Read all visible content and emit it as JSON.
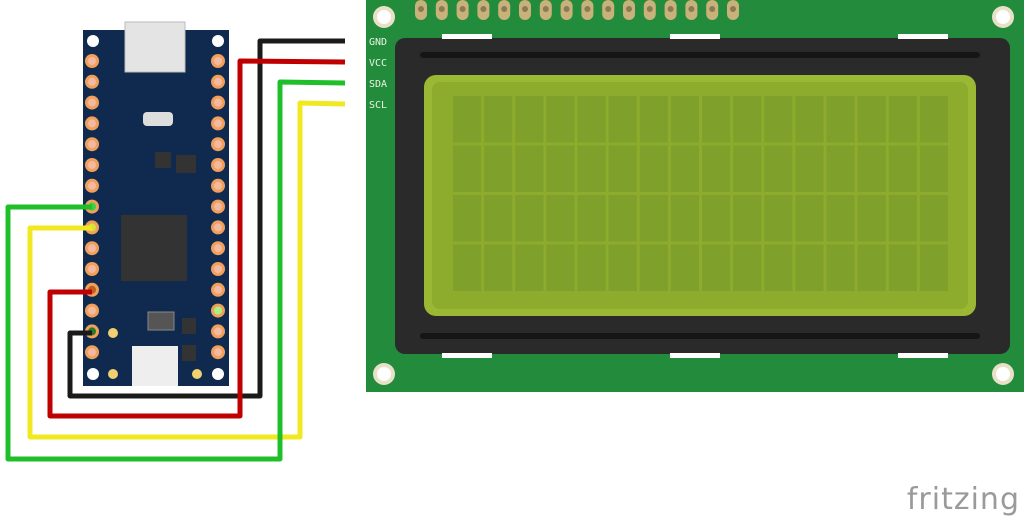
{
  "lcd": {
    "pins": [
      "GND",
      "VCC",
      "SDA",
      "SCL"
    ],
    "columns": 16,
    "rows": 4,
    "board_color": "#1f8a3a",
    "screen_color": "#9ab833"
  },
  "board": {
    "color": "#0f2a4e",
    "pin_color": "#f0a05a"
  },
  "wires": [
    {
      "name": "GND",
      "color": "#1a1a1a"
    },
    {
      "name": "VCC",
      "color": "#c00000"
    },
    {
      "name": "SDA",
      "color": "#1fbf2a"
    },
    {
      "name": "SCL",
      "color": "#f0e820"
    }
  ],
  "logo": "fritzing"
}
